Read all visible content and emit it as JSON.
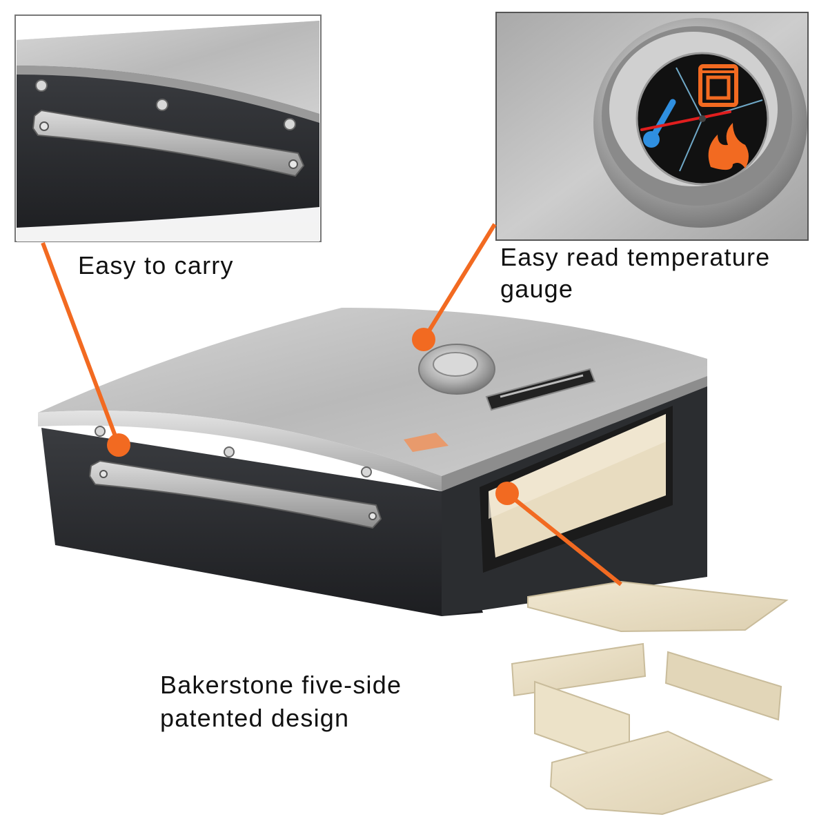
{
  "captions": {
    "carry": "Easy to carry",
    "gauge_line1": "Easy read temperature",
    "gauge_line2": "gauge",
    "stone_line1": "Bakerstone  five-side",
    "stone_line2": "patented design"
  },
  "colors": {
    "callout_orange": "#f26a21",
    "stainless_steel": "#bdbdbd",
    "oven_body_black": "#2b2d30",
    "ceramic_stone": "#e8dcc0",
    "gauge_face": "#111111",
    "gauge_needle": "#e01e1e",
    "gauge_cold": "#2f8fe0"
  },
  "icons": {
    "gauge_upper_zone": "oven-icon",
    "gauge_lower_zone": "flame-icon",
    "gauge_left_zone": "thermometer-icon"
  }
}
